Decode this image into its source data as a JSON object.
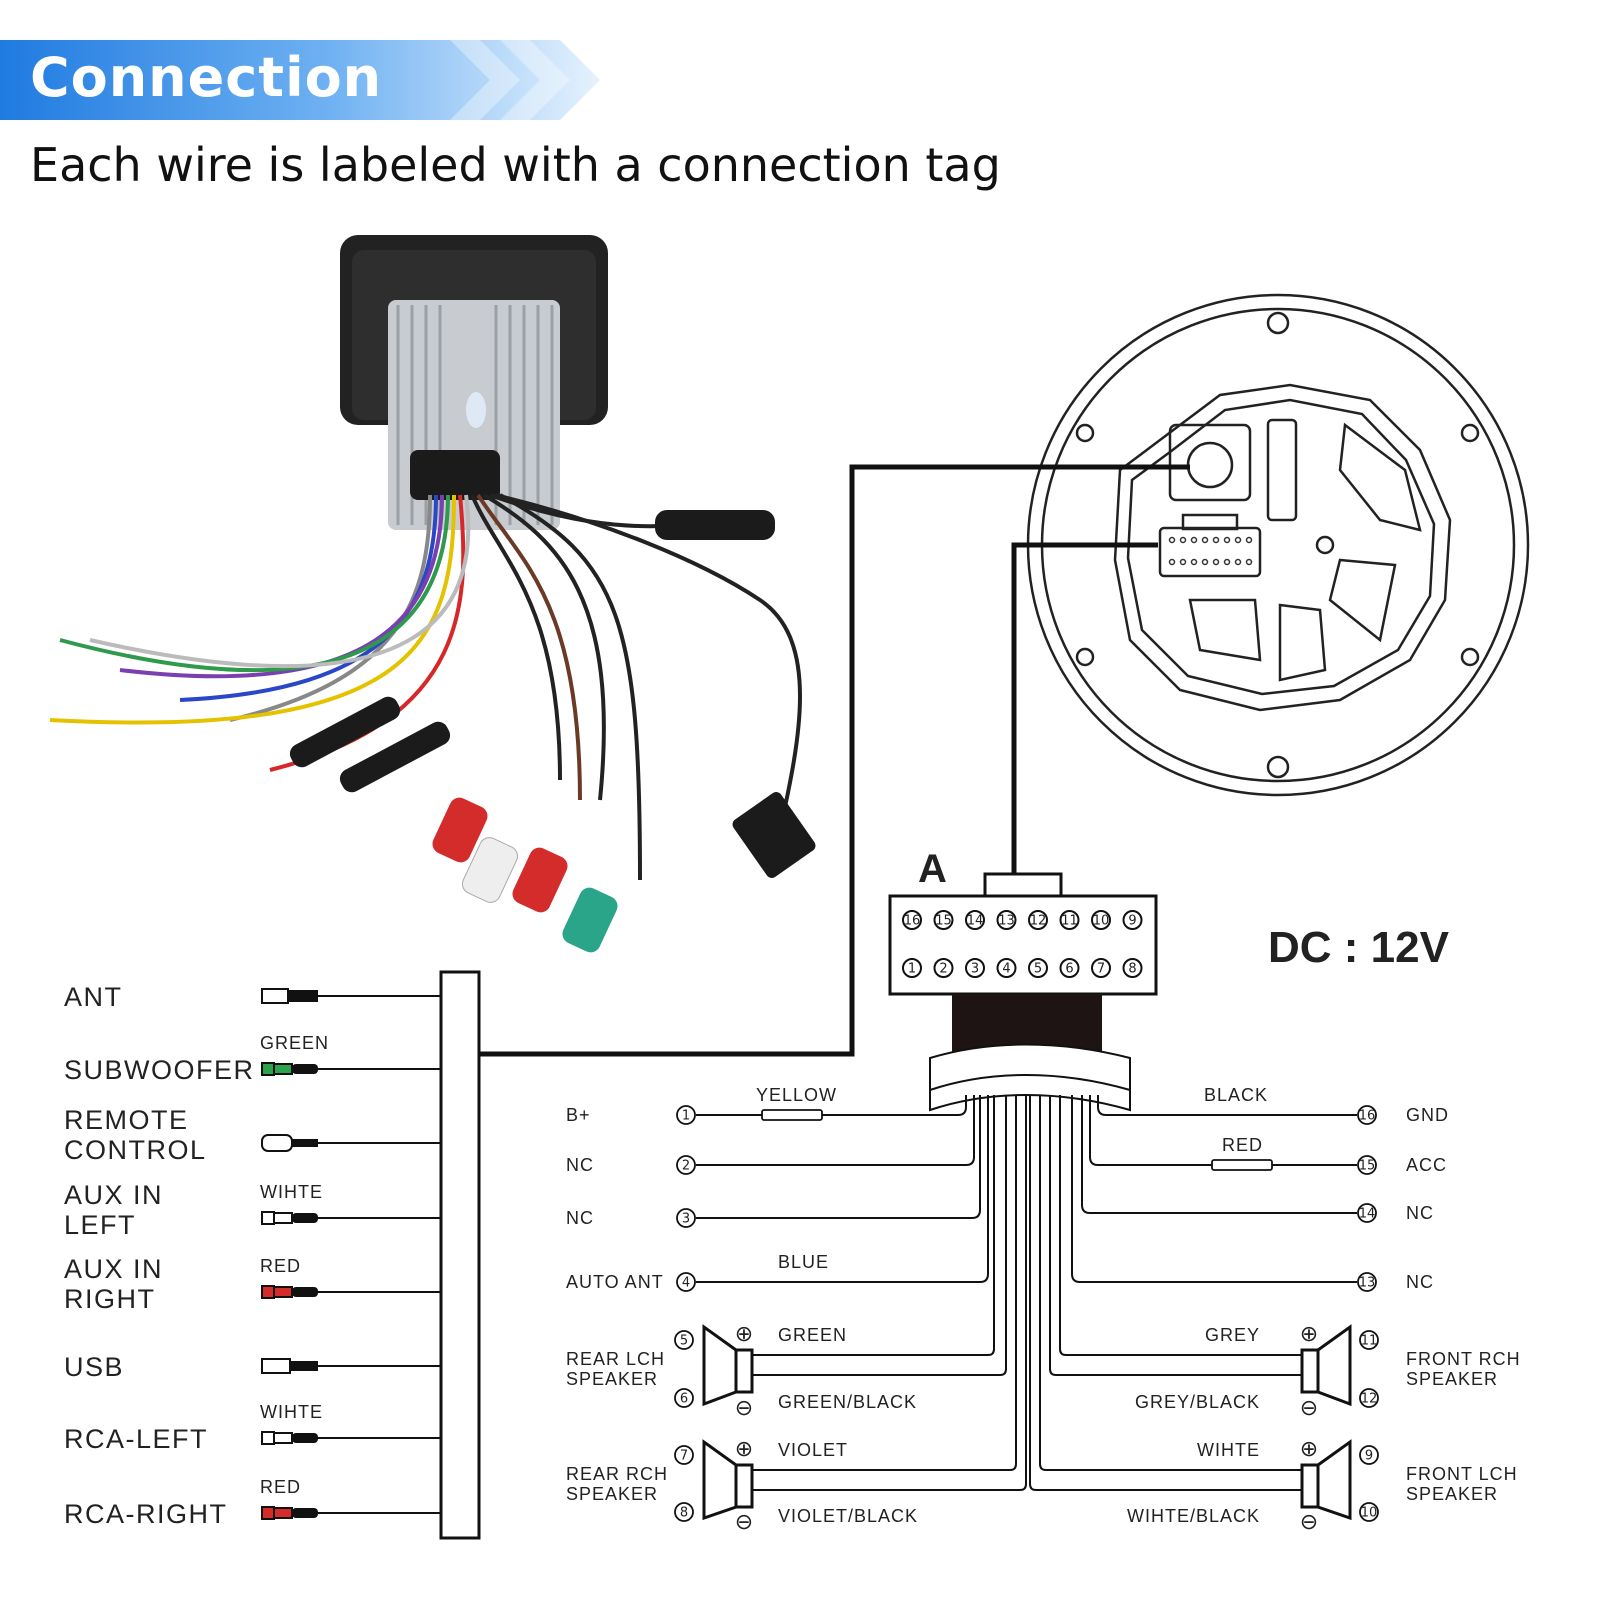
{
  "header": {
    "title": "Connection",
    "subtitle": "Each wire is labeled with a connection tag"
  },
  "colors": {
    "banner": "#1f7be0",
    "accent_red": "#e0242c",
    "wire": "#111111"
  },
  "voltage": "DC : 12V",
  "connector_label": "A",
  "connector_pins_top": [
    "16",
    "15",
    "14",
    "13",
    "12",
    "11",
    "10",
    "9"
  ],
  "connector_pins_bottom": [
    "1",
    "2",
    "3",
    "4",
    "5",
    "6",
    "7",
    "8"
  ],
  "left_connectors": [
    {
      "label": "ANT",
      "color_tag": ""
    },
    {
      "label": "SUBWOOFER",
      "color_tag": "GREEN"
    },
    {
      "label": "REMOTE\nCONTROL",
      "color_tag": ""
    },
    {
      "label": "AUX IN\nLEFT",
      "color_tag": "WIHTE"
    },
    {
      "label": "AUX IN\nRIGHT",
      "color_tag": "RED"
    },
    {
      "label": "USB",
      "color_tag": ""
    },
    {
      "label": "RCA-LEFT",
      "color_tag": "WIHTE"
    },
    {
      "label": "RCA-RIGHT",
      "color_tag": "RED"
    }
  ],
  "left_pins": [
    {
      "num": "1",
      "function": "B+",
      "wire": "YELLOW"
    },
    {
      "num": "2",
      "function": "NC",
      "wire": ""
    },
    {
      "num": "3",
      "function": "NC",
      "wire": ""
    },
    {
      "num": "4",
      "function": "AUTO ANT",
      "wire": "BLUE"
    }
  ],
  "right_pins": [
    {
      "num": "16",
      "function": "GND",
      "wire": "BLACK"
    },
    {
      "num": "15",
      "function": "ACC",
      "wire": "RED"
    },
    {
      "num": "14",
      "function": "NC",
      "wire": ""
    },
    {
      "num": "13",
      "function": "NC",
      "wire": ""
    }
  ],
  "speakers": [
    {
      "name": "REAR LCH\nSPEAKER",
      "pos_pin": "5",
      "neg_pin": "6",
      "pos_wire": "GREEN",
      "neg_wire": "GREEN/BLACK",
      "side": "left"
    },
    {
      "name": "REAR RCH\nSPEAKER",
      "pos_pin": "7",
      "neg_pin": "8",
      "pos_wire": "VIOLET",
      "neg_wire": "VIOLET/BLACK",
      "side": "left"
    },
    {
      "name": "FRONT RCH\nSPEAKER",
      "pos_pin": "11",
      "neg_pin": "12",
      "pos_wire": "GREY",
      "neg_wire": "GREY/BLACK",
      "side": "right"
    },
    {
      "name": "FRONT LCH\nSPEAKER",
      "pos_pin": "9",
      "neg_pin": "10",
      "pos_wire": "WIHTE",
      "neg_wire": "WIHTE/BLACK",
      "side": "right"
    }
  ]
}
